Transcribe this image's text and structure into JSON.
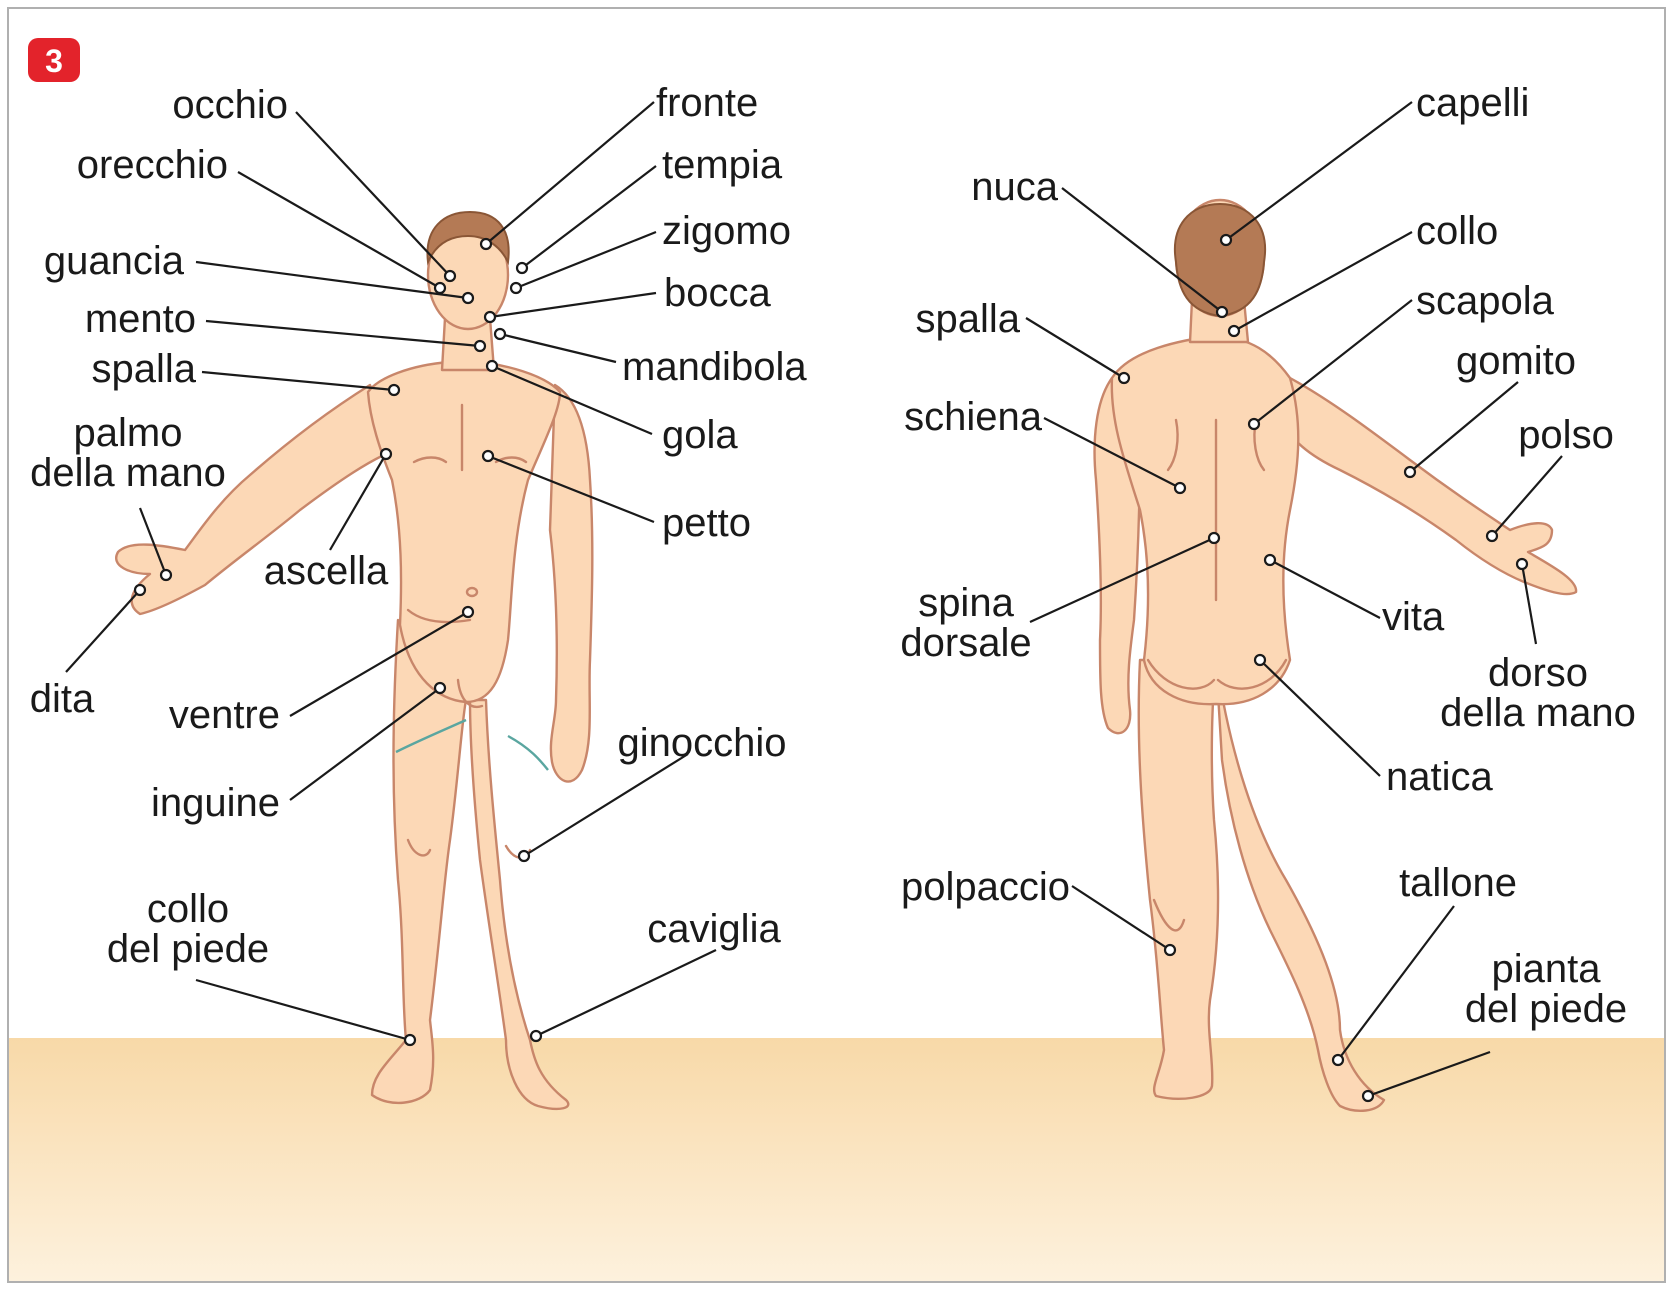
{
  "badge": "3",
  "colors": {
    "badge": "#e3232b",
    "skin": "#fcd8b6",
    "skin_outline": "#c8866a",
    "hair": "#b47a55",
    "floor_top": "#f8d9a8",
    "floor_bottom": "#fdf1dd",
    "frame": "#b0b0b0"
  },
  "front_view": {
    "labels": {
      "occhio": "occhio",
      "orecchio": "orecchio",
      "guancia": "guancia",
      "mento": "mento",
      "spalla": "spalla",
      "palmo_1": "palmo",
      "palmo_2": "della mano",
      "ascella": "ascella",
      "dita": "dita",
      "ventre": "ventre",
      "inguine": "inguine",
      "collo_piede_1": "collo",
      "collo_piede_2": "del piede",
      "fronte": "fronte",
      "tempia": "tempia",
      "zigomo": "zigomo",
      "bocca": "bocca",
      "mandibola": "mandibola",
      "gola": "gola",
      "petto": "petto",
      "ginocchio": "ginocchio",
      "caviglia": "caviglia"
    }
  },
  "back_view": {
    "labels": {
      "nuca": "nuca",
      "spalla": "spalla",
      "schiena": "schiena",
      "spina_1": "spina",
      "spina_2": "dorsale",
      "polpaccio": "polpaccio",
      "capelli": "capelli",
      "collo": "collo",
      "scapola": "scapola",
      "gomito": "gomito",
      "polso": "polso",
      "vita": "vita",
      "dorso_1": "dorso",
      "dorso_2": "della mano",
      "natica": "natica",
      "tallone": "tallone",
      "pianta_1": "pianta",
      "pianta_2": "del piede"
    }
  }
}
